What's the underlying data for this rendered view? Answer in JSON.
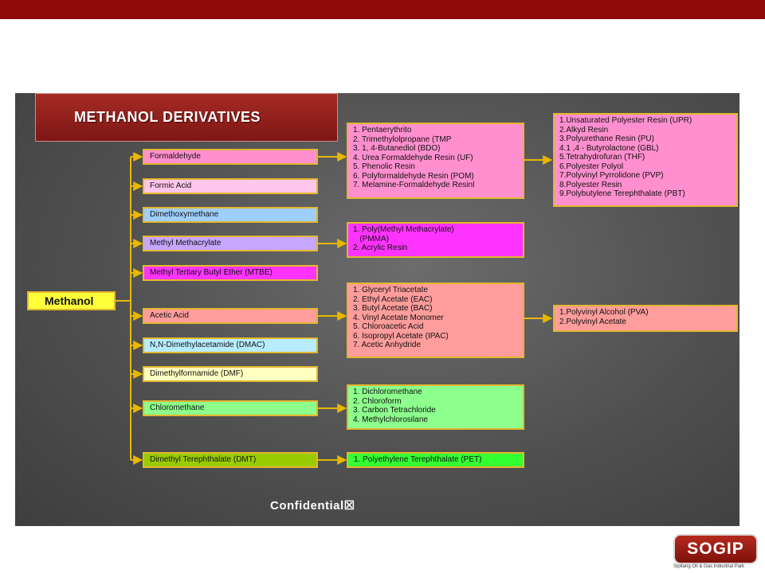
{
  "slide_title": "METHANOL DERIVATIVES",
  "root": "Methanol",
  "level1": [
    "Formaldehyde",
    "Formic Acid",
    "Dimethoxymethane",
    "Methyl Methacrylate",
    "Methyl Tertiary Butyl Ether (MTBE)",
    "Acetic Acid",
    "N,N-Dimethylacetamide (DMAC)",
    "Dimethylformamide (DMF)",
    "Chloromethane",
    "Dimethyl Terephthalate (DMT)"
  ],
  "level2": {
    "formaldehyde": [
      "1. Pentaerythrito",
      "2. Trimethylolpropane (TMP",
      "3. 1, 4-Butanediol (BDO)",
      "4. Urea Formaldehyde Resin (UF)",
      "5. Phenolic Resin",
      "6. Polyformaldehyde Resin (POM)",
      "7. Melamine-Formaldehyde Resinl"
    ],
    "methyl_methacrylate": [
      "1. Poly(Methyl Methacrylate)",
      "   (PMMA)",
      "2. Acrylic Resin"
    ],
    "acetic_acid": [
      "1. Glyceryl Triacetate",
      "2. Ethyl Acetate (EAC)",
      "3. Butyl Acetate (BAC)",
      "4. Vinyl Acetate Monomer",
      "5. Chloroacetic Acid",
      "6. Isopropyl Acetate (IPAC)",
      "7. Acetic Anhydride"
    ],
    "chloromethane": [
      "1. Dichloromethane",
      "2. Chloroform",
      "3. Carbon Tetrachloride",
      "4. Methylchlorosilane"
    ],
    "dmt": [
      "1. Polyethylene Terephthalate (PET)"
    ]
  },
  "level3": {
    "formaldehyde": [
      "1.Unsaturated Polyester Resin (UPR)",
      "2.Alkyd Resin",
      "3.Polyurethane Resin (PU)",
      "4.1 ,4 - Butyrolactone (GBL)",
      "5.Tetrahydrofuran (THF)",
      "6.Polyester Polyol",
      "7.Polyvinyl Pyrrolidone (PVP)",
      "8.Polyester Resin",
      "9.Polybutylene Terephthalate (PBT)"
    ],
    "acetic_acid": [
      "1.Polyvinyl Alcohol (PVA)",
      "2.Polyvinyl Acetate"
    ]
  },
  "footer_text": "Confidential☒",
  "logo_text": "SOGIP",
  "logo_subtitle": "Sipitang Oil & Gas Industrial Park",
  "colors": {
    "topbar": "#8f0a0a",
    "connector": "#e8b800",
    "formaldehyde": "#ff8fcf",
    "formic_acid": "#ffc6ec",
    "dimethoxymethane": "#9fcfff",
    "methyl_methacrylate": "#c7a6ff",
    "mtbe": "#ff33ff",
    "acetic_acid": "#ff9c9c",
    "dmac": "#b7ecff",
    "dmf": "#ffffc0",
    "chloromethane": "#8cff8c",
    "dmt": "#99cc00"
  }
}
